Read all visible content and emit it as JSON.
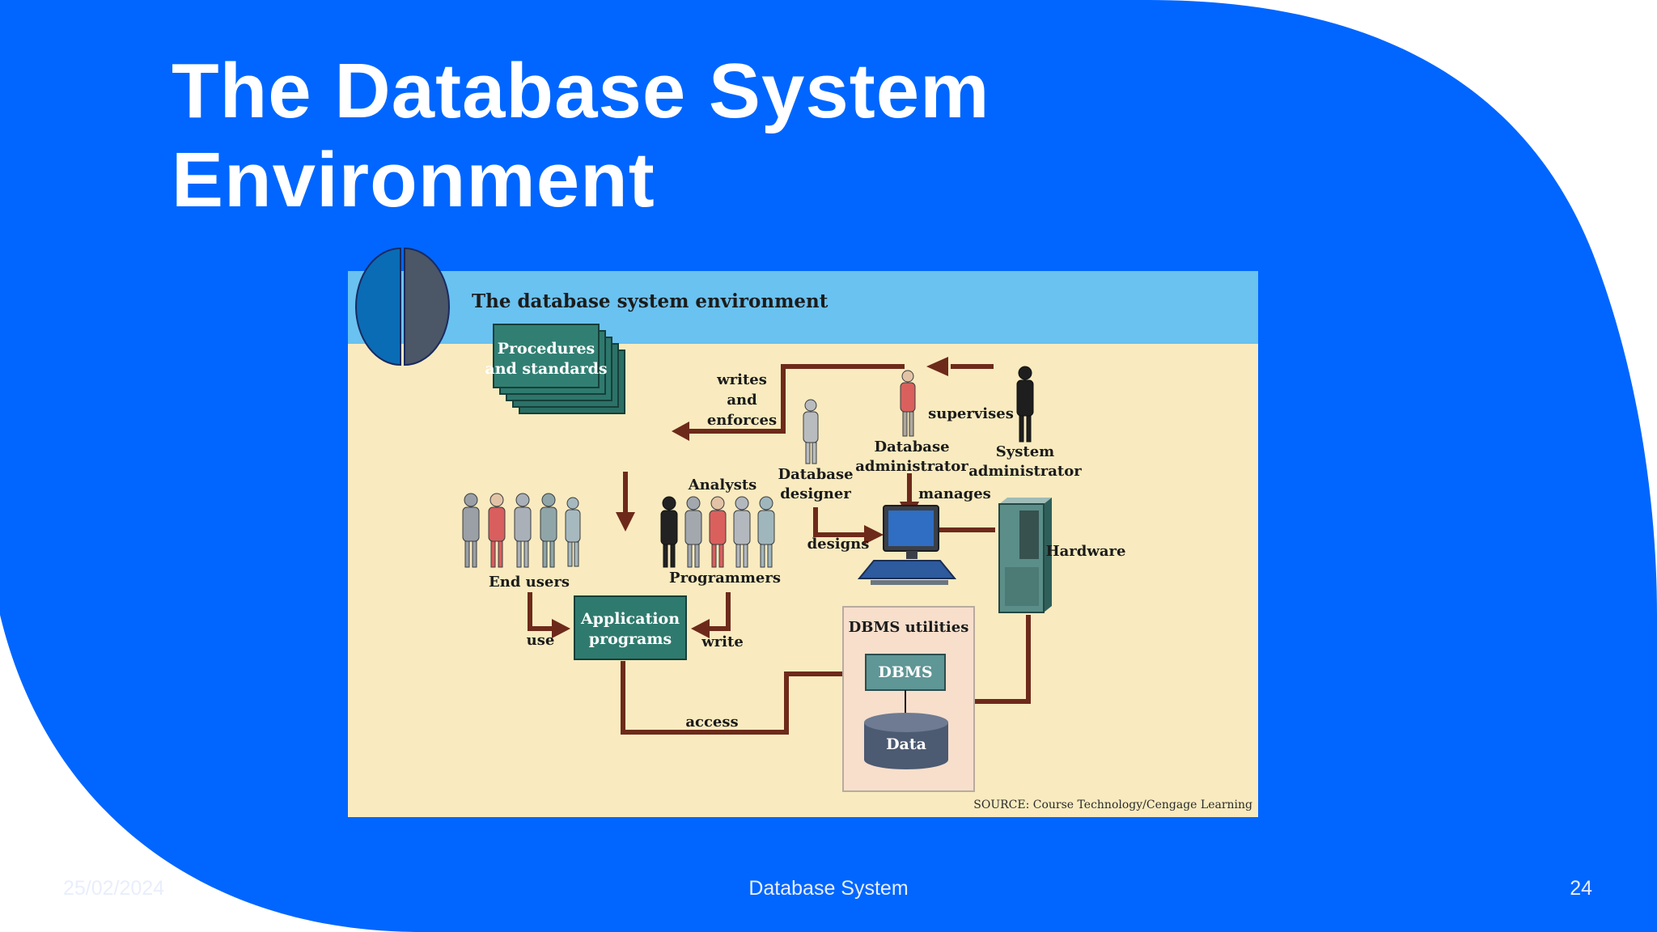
{
  "slide": {
    "title_lines": [
      "The Database System",
      "Environment"
    ],
    "footer_date": "25/02/2024",
    "footer_center": "Database System",
    "page_number": "24",
    "colors": {
      "background_blob": "#0066ff",
      "title": "#ffffff",
      "panel_header": "#6ac2f0",
      "panel_body": "#f9ebbf",
      "box_teal": "#2f7f73"
    }
  },
  "figure": {
    "title": "The database system environment",
    "procedures_box": [
      "Procedures",
      "and standards"
    ],
    "writes_and_enforces": [
      "writes",
      "and",
      "enforces"
    ],
    "supervises": "supervises",
    "database_administrator": [
      "Database",
      "administrator"
    ],
    "system_administrator": [
      "System",
      "administrator"
    ],
    "database_designer": [
      "Database",
      "designer"
    ],
    "analysts": "Analysts",
    "manages": "manages",
    "designs": "designs",
    "hardware": "Hardware",
    "end_users": "End users",
    "programmers": "Programmers",
    "application_box": [
      "Application",
      "programs"
    ],
    "use": "use",
    "write": "write",
    "dbms_utilities": "DBMS utilities",
    "dbms": "DBMS",
    "data": "Data",
    "access": "access",
    "source": "SOURCE: Course Technology/Cengage Learning"
  }
}
